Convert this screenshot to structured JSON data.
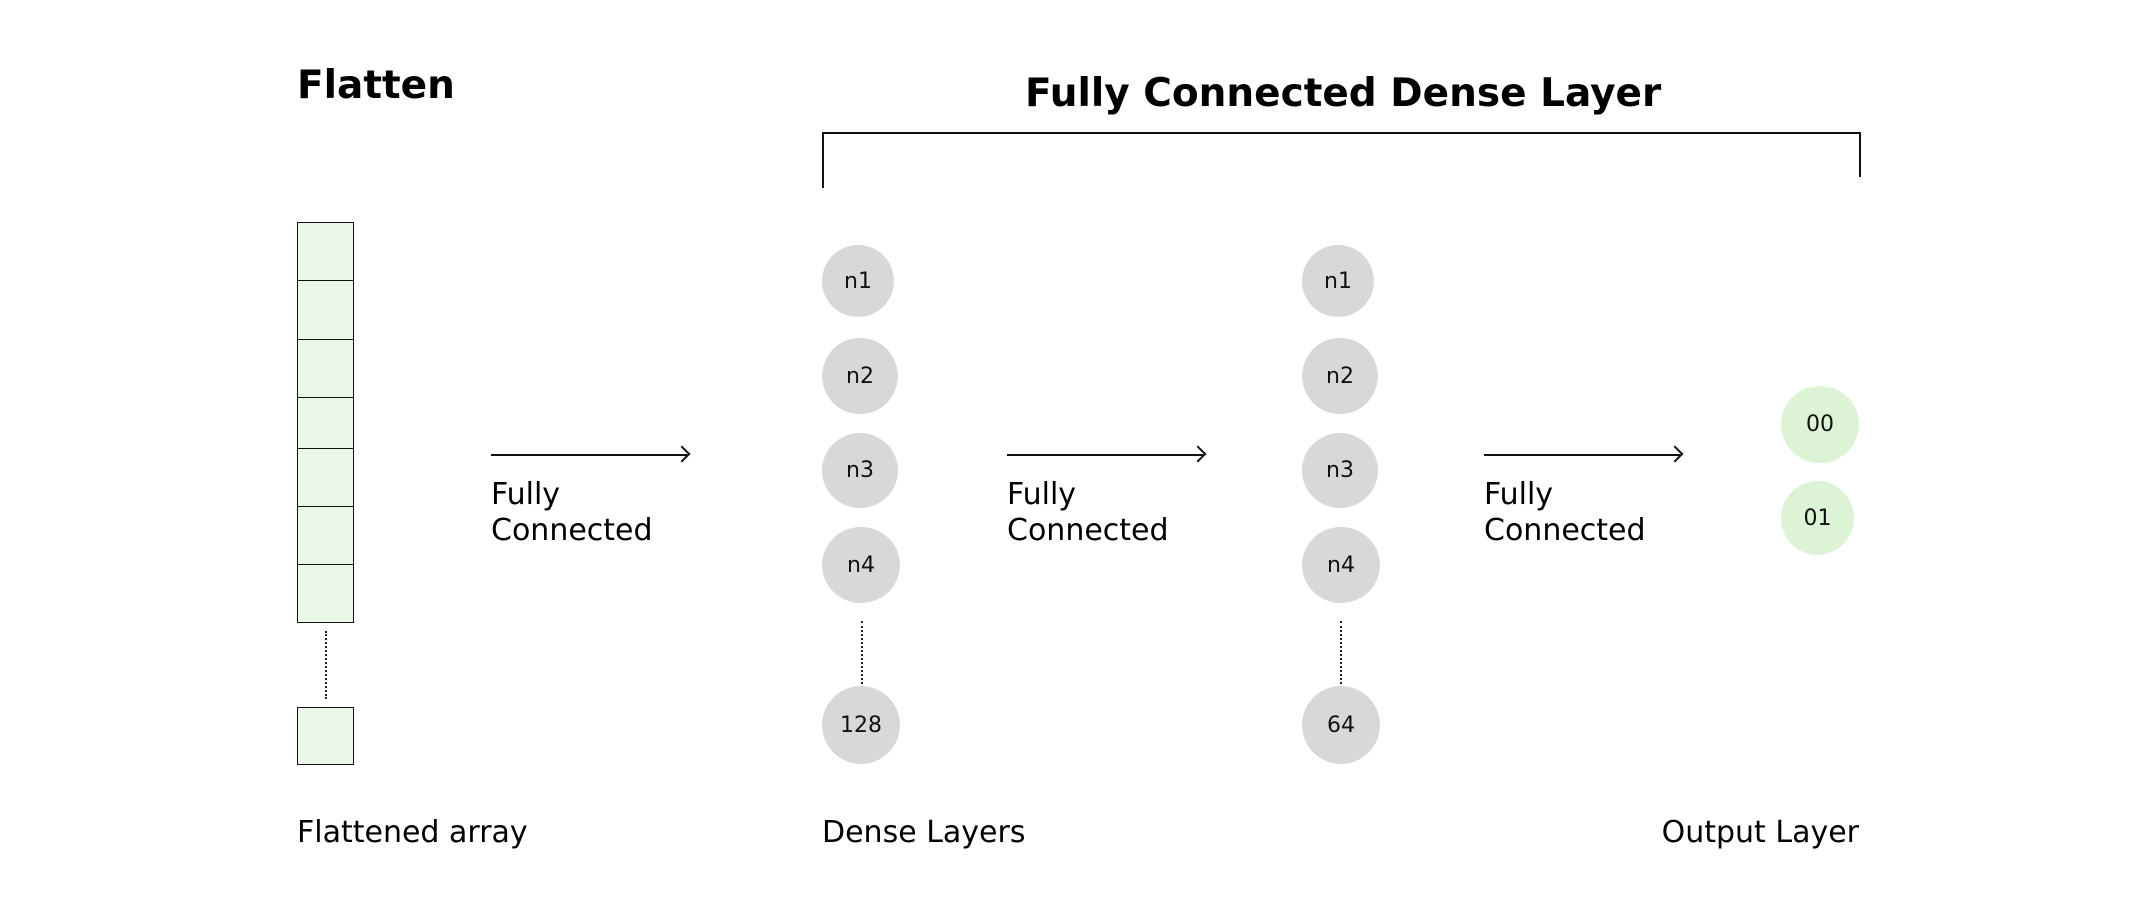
{
  "flatten": {
    "title": "Flatten",
    "caption": "Flattened array",
    "cells": 7,
    "last_cells": 1,
    "cell_color": "#e9f8e6"
  },
  "dense_section": {
    "title": "Fully Connected Dense Layer"
  },
  "connections": [
    {
      "line1": "Fully",
      "line2": "Connected"
    },
    {
      "line1": "Fully",
      "line2": "Connected"
    },
    {
      "line1": "Fully",
      "line2": "Connected"
    }
  ],
  "dense_layer_1": {
    "nodes": [
      "n1",
      "n2",
      "n3",
      "n4"
    ],
    "last_node": "128"
  },
  "dense_layer_2": {
    "nodes": [
      "n1",
      "n2",
      "n3",
      "n4"
    ],
    "last_node": "64"
  },
  "dense_caption": "Dense Layers",
  "output_layer": {
    "nodes": [
      "00",
      "01"
    ],
    "caption": "Output Layer",
    "node_color": "#dcf3d6"
  },
  "colors": {
    "node_gray": "#d8d8d8",
    "line": "#111111"
  }
}
